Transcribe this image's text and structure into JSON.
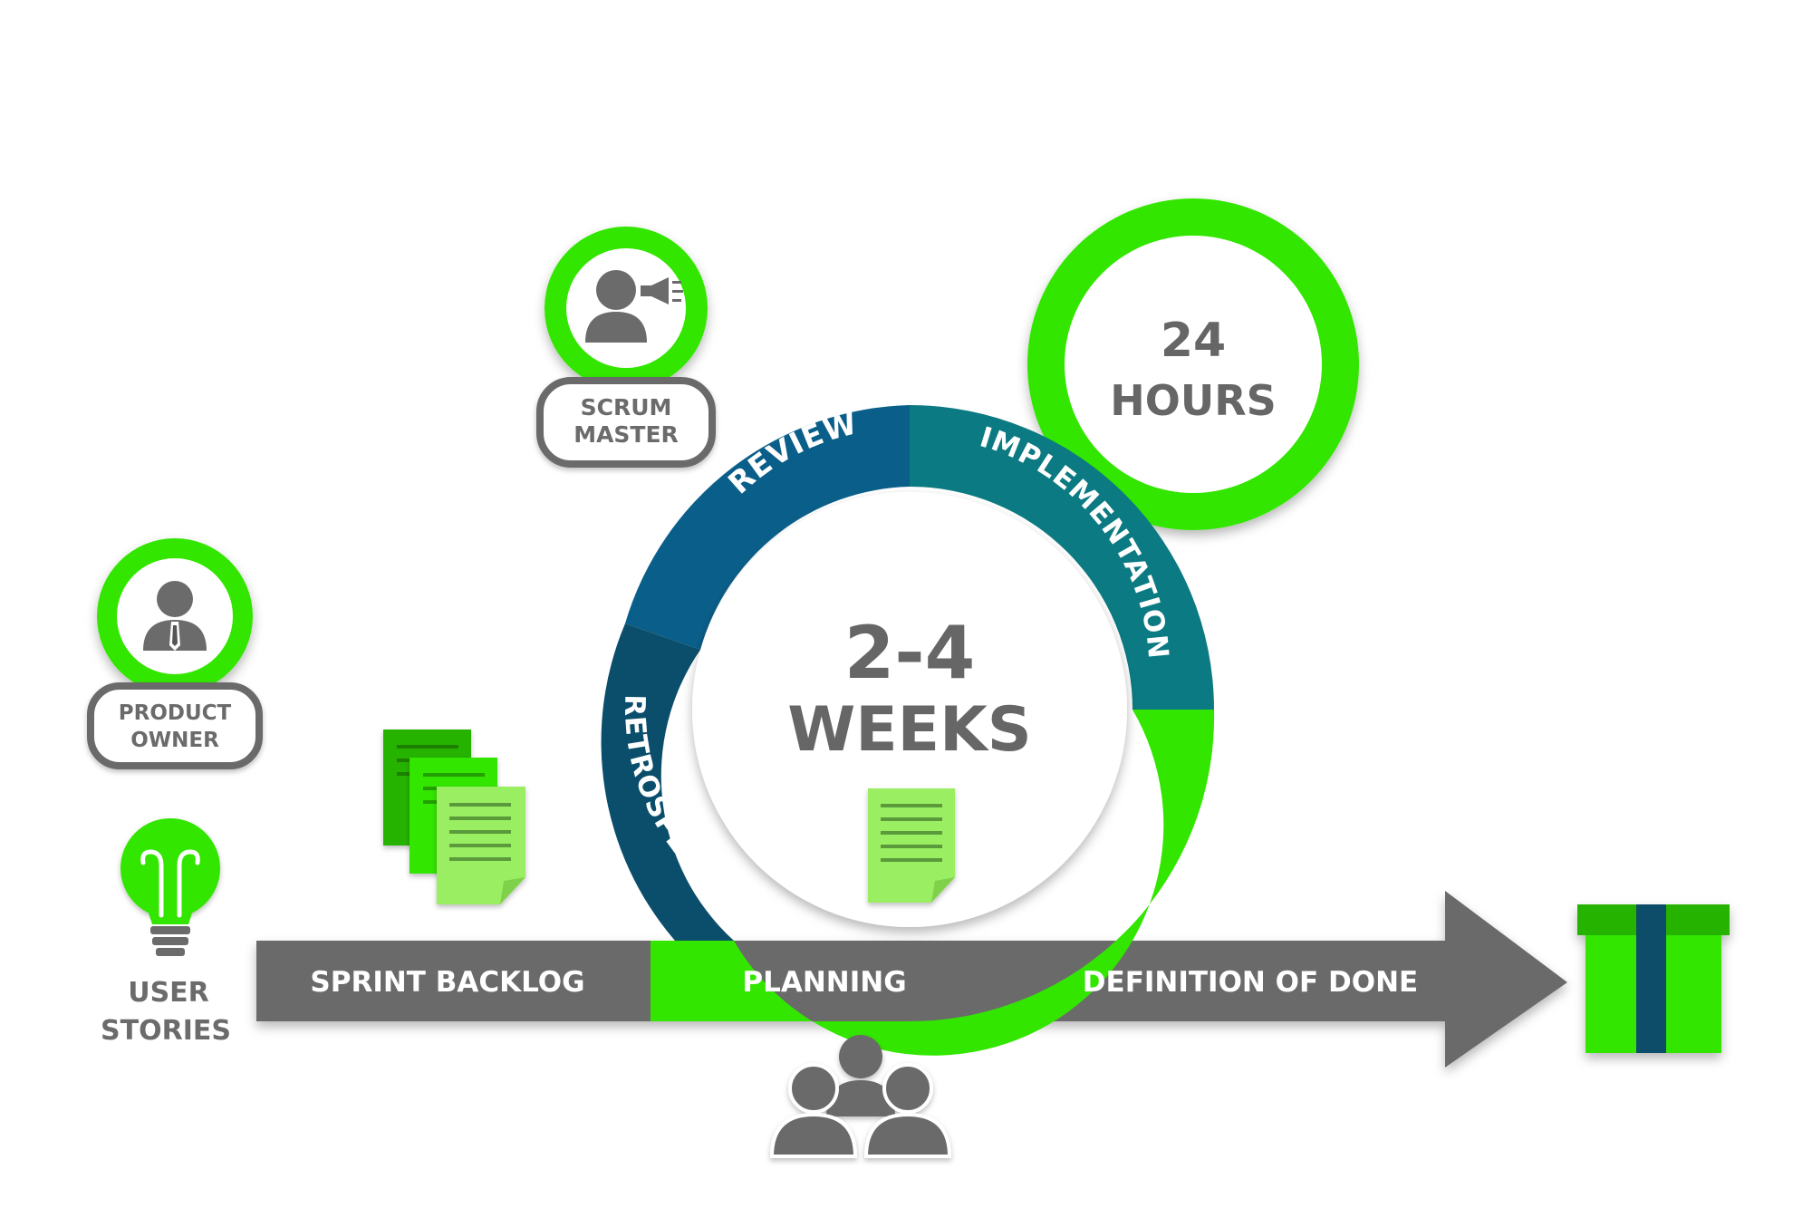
{
  "colors": {
    "green": "#33e600",
    "dark_green": "#26b300",
    "light_green": "#9aee62",
    "gray": "#6b6b6b",
    "dark_gray": "#555555",
    "blue_review": "#0a5f8a",
    "teal_implementation": "#0b7a82",
    "navy_retrospect": "#0b4e6b",
    "white": "#ffffff"
  },
  "roles": {
    "scrum_master": {
      "label_line1": "SCRUM",
      "label_line2": "MASTER",
      "icon": "person-megaphone-icon"
    },
    "product_owner": {
      "label_line1": "PRODUCT",
      "label_line2": "OWNER",
      "icon": "person-tie-icon"
    }
  },
  "user_stories": {
    "label_line1": "USER",
    "label_line2": "STORIES",
    "icon": "lightbulb-icon"
  },
  "timeline": {
    "sprint_backlog": "SPRINT BACKLOG",
    "planning": "PLANNING",
    "definition_of_done": "DEFINITION OF DONE"
  },
  "sprint_cycle": {
    "duration_line1": "2-4",
    "duration_line2": "WEEKS",
    "segments": {
      "review": "REVIEW",
      "implementation": "IMPLEMENTATION",
      "retrospect": "RETROSPECT"
    }
  },
  "daily_cycle": {
    "line1": "24",
    "line2": "HOURS"
  },
  "icons": {
    "documents": "document-stack-icon",
    "increment": "gift-box-icon",
    "team": "team-icon",
    "sprint_doc": "document-icon"
  }
}
